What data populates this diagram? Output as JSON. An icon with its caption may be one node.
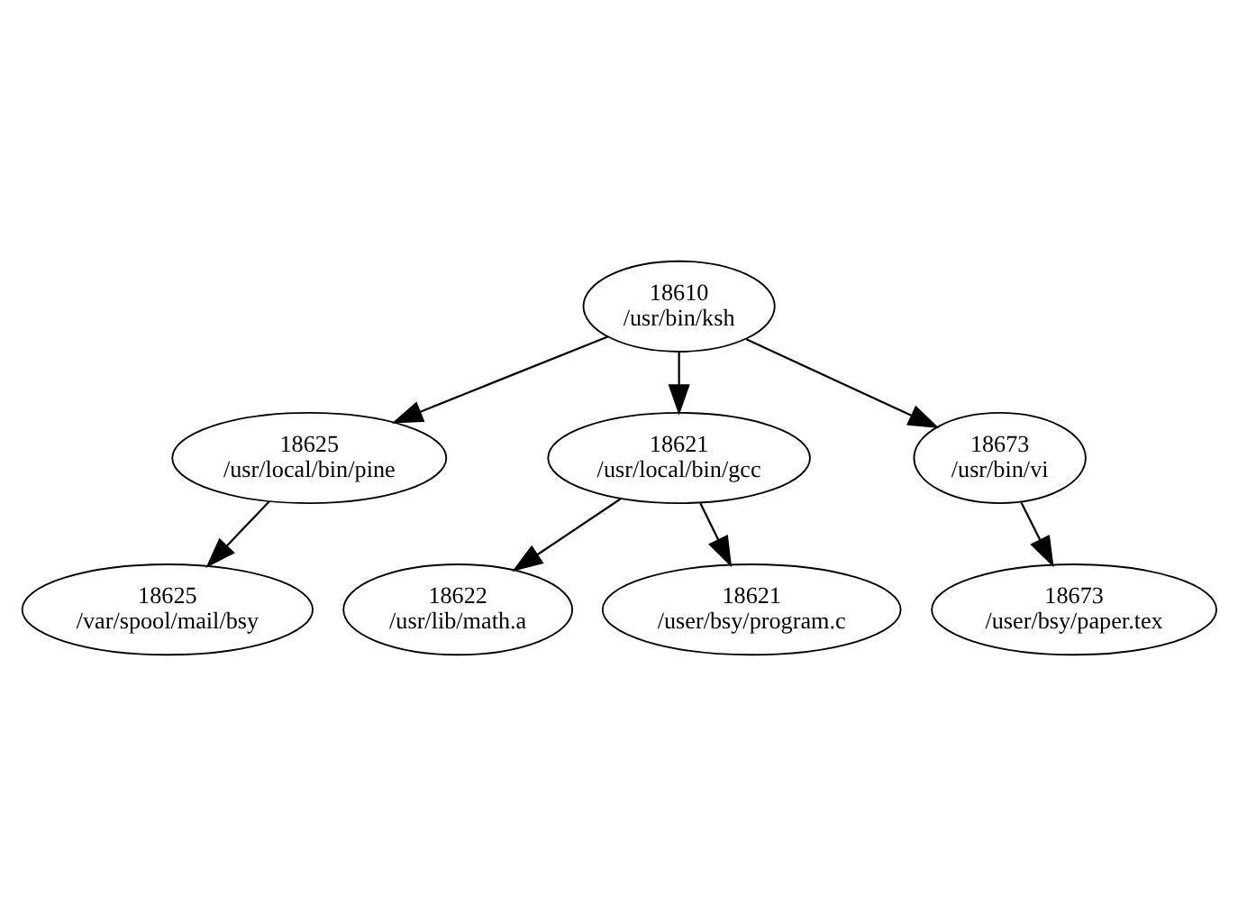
{
  "diagram": {
    "nodes": [
      {
        "text": [
          "18610 /usr/bin/ksh"
        ]
      },
      {
        "text": [
          "18625 /usr/local/bin/pine"
        ]
      },
      {
        "text": [
          "18621 /usr/local/bin/gcc"
        ]
      },
      {
        "text": [
          "18673 /usr/bin/vi"
        ]
      },
      {
        "text": [
          "18625 /var/spool/mail/bsy"
        ]
      },
      {
        "text": [
          "18622 /usr/lib/math.a"
        ]
      },
      {
        "text": [
          "18621 /user/bsy/program.c"
        ]
      },
      {
        "text": [
          "18673 /user/bsy/paper.tex"
        ]
      }
    ],
    "edges": [
      {
        "from": 0,
        "to": 1,
        "arrow": "to"
      },
      {
        "from": 0,
        "to": 2,
        "arrow": "to"
      },
      {
        "from": 0,
        "to": 3,
        "arrow": "to"
      },
      {
        "from": 1,
        "to": 4,
        "arrow": "to"
      },
      {
        "from": 2,
        "to": 5,
        "arrow": "to"
      },
      {
        "from": 2,
        "to": 6,
        "arrow": "to"
      },
      {
        "from": 3,
        "to": 7,
        "arrow": "to"
      }
    ]
  }
}
